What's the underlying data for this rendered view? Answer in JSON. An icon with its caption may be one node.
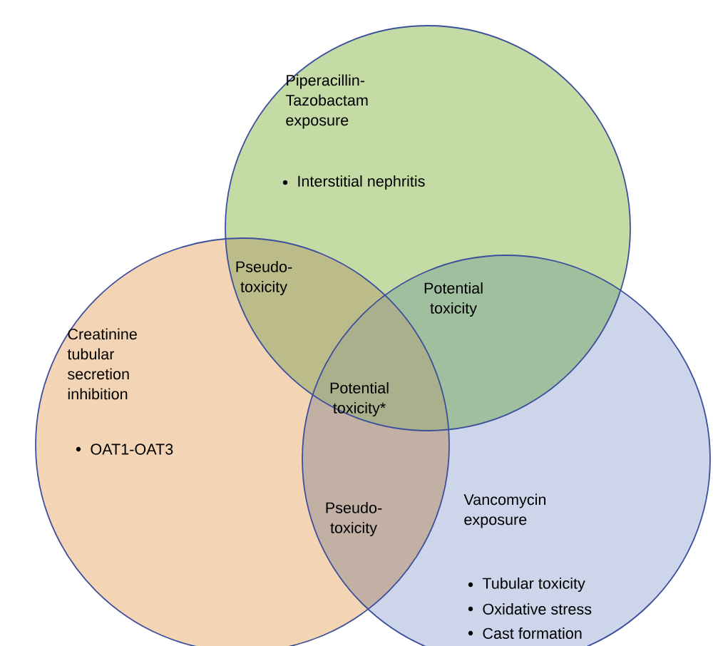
{
  "diagram": {
    "nodes": [
      {
        "text": [
          "Piperacillin-Tazobactam exposure",
          "Interstitial nephritis"
        ]
      },
      {
        "text": [
          "Creatinine tubular secretion inhibition",
          "OAT1-OAT3"
        ]
      },
      {
        "text": [
          "Vancomycin exposure",
          "Tubular toxicity",
          "Oxidative stress",
          "Cast formation"
        ]
      }
    ],
    "edges": [],
    "labels": [
      "Pseudo-toxicity",
      "Potential toxicity",
      "Potential toxicity*",
      "Pseudo-toxicity"
    ]
  }
}
